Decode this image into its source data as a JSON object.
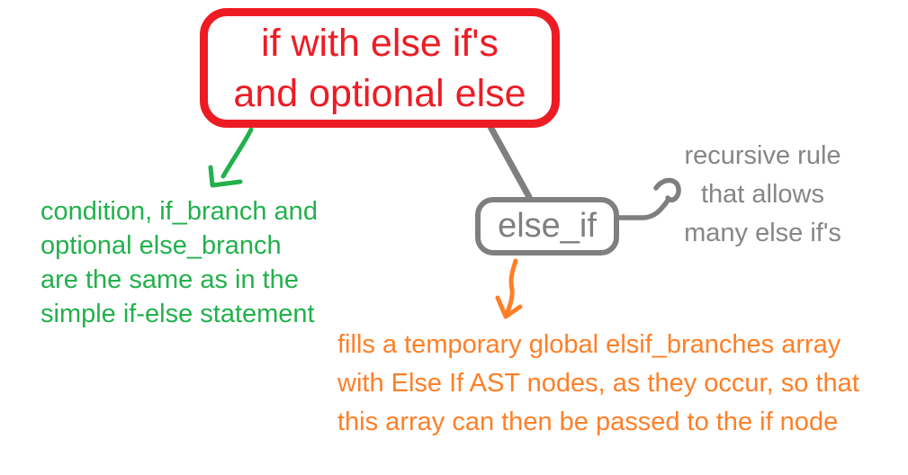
{
  "colors": {
    "red": "#ed1c24",
    "green": "#22b14c",
    "orange": "#ff7f27",
    "gray": "#7f7f7f",
    "gray_text": "#868686"
  },
  "root_node": {
    "line1": "if with else if's",
    "line2": "and optional else"
  },
  "else_if_node": {
    "label": "else_if"
  },
  "notes": {
    "green": {
      "lines": [
        "condition, if_branch and",
        "optional else_branch",
        "are the same as in the",
        "simple if-else statement"
      ]
    },
    "gray": {
      "lines": [
        "recursive rule",
        "that allows",
        "many else if's"
      ]
    },
    "orange": {
      "lines": [
        "fills a temporary global elsif_branches array",
        "with Else If AST nodes, as they occur, so that",
        "this array can then be passed to the if node"
      ]
    }
  }
}
